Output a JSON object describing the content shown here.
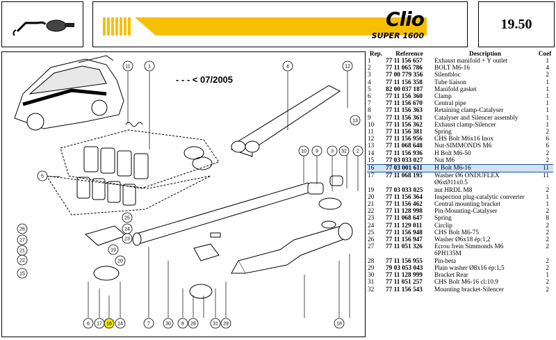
{
  "header": {
    "brand_name": "Clio",
    "brand_sub": "SUPER 1600",
    "page_number": "19.50"
  },
  "diagram": {
    "date_note": "- - - < 07/2005",
    "callouts": [
      {
        "n": "11"
      },
      {
        "n": "1"
      },
      {
        "n": "4"
      },
      {
        "n": "12"
      },
      {
        "n": "13"
      },
      {
        "n": "5"
      },
      {
        "n": "10"
      },
      {
        "n": "9"
      },
      {
        "n": "3"
      },
      {
        "n": "32"
      },
      {
        "n": "2"
      },
      {
        "n": "25"
      },
      {
        "n": "26"
      },
      {
        "n": "27"
      },
      {
        "n": "21"
      },
      {
        "n": "22"
      },
      {
        "n": "24"
      },
      {
        "n": "23"
      },
      {
        "n": "19"
      },
      {
        "n": "15"
      },
      {
        "n": "20"
      },
      {
        "n": "6"
      },
      {
        "n": "17"
      },
      {
        "n": "16"
      },
      {
        "n": "14"
      },
      {
        "n": "7"
      },
      {
        "n": "30"
      },
      {
        "n": "8"
      },
      {
        "n": "28"
      },
      {
        "n": "29"
      },
      {
        "n": "31"
      },
      {
        "n": "18"
      }
    ]
  },
  "table": {
    "headers": [
      "Rep.",
      "Reference",
      "Description",
      "Coef"
    ],
    "highlight_rep": "16",
    "rows": [
      [
        "1",
        "77 11 156 657",
        "Exhaust manifold + Y outlet",
        "1"
      ],
      [
        "2",
        "77 11 065 786",
        "BOLT M6-16",
        "4"
      ],
      [
        "3",
        "77 00 779 356",
        "Silentbloc",
        "2"
      ],
      [
        "4",
        "77 11 156 358",
        "Tube liaison",
        "1"
      ],
      [
        "5",
        "82 00 037 187",
        "Manifold gasket",
        "1"
      ],
      [
        "6",
        "77 11 156 360",
        "Clamp",
        "1"
      ],
      [
        "7",
        "77 11 156 670",
        "Central pipe",
        "1"
      ],
      [
        "8",
        "77 11 156 363",
        "Retaining clamp-Catalyser",
        "1"
      ],
      [
        "9",
        "77 11 156 361",
        "Catalyser and Silencer assembly",
        "1"
      ],
      [
        "10",
        "77 11 156 362",
        "Exhaust clamp-Silencer",
        "1"
      ],
      [
        "11",
        "77 11 156 381",
        "Spring",
        "2"
      ],
      [
        "12",
        "77 11 156 956",
        "CHS Bolt M6x16 Inox",
        "6"
      ],
      [
        "13",
        "77 11 068 648",
        "Nut-SIMMONDS M6",
        "6"
      ],
      [
        "14",
        "77 11 156 936",
        "H Bolt M6-50",
        "2"
      ],
      [
        "15",
        "77 03 033 027",
        "Nut M6",
        "2"
      ],
      [
        "16",
        "77 03 001 611",
        "H Bolt M6-16",
        "11"
      ],
      [
        "17",
        "77 11 068 195",
        "Washer Ø6 ONDUFLEX",
        "11"
      ],
      [
        "",
        "",
        "Ø6xØ11x0.5",
        ""
      ],
      [
        "19",
        "77 03 033 025",
        "nut HRDL M8",
        "2"
      ],
      [
        "20",
        "77 11 156 364",
        "Inspection plug-catalytic converter",
        "1"
      ],
      [
        "21",
        "77 11 156 462",
        "Central mounting bracket",
        "1"
      ],
      [
        "22",
        "77 11 128 998",
        "Pin-Mounting-Catalyser",
        "2"
      ],
      [
        "23",
        "77 11 068 647",
        "Spring",
        "8"
      ],
      [
        "24",
        "77 11 129 011",
        "Circlip",
        "2"
      ],
      [
        "25",
        "77 11 156 948",
        "CHS Bolt M6-75",
        "2"
      ],
      [
        "26",
        "77 11 156 947",
        "Washer Ø6x18 ép:1,2",
        "2"
      ],
      [
        "27",
        "77 11 051 326",
        "Ecrou frein Simmonds M6",
        "2"
      ],
      [
        "",
        "",
        "6PH135M",
        ""
      ],
      [
        "28",
        "77 11 156 955",
        "Pin-beta",
        "2"
      ],
      [
        "29",
        "79 03 053 043",
        "Plain washer Ø8x16 ép:1,5",
        "2"
      ],
      [
        "30",
        "77 11 128 999",
        "Bracket Rear",
        "1"
      ],
      [
        "31",
        "77 11 051 257",
        "CHS Bolt M6-16 cl:10.9",
        "2"
      ],
      [
        "32",
        "77 11 156 543",
        "Mounting bracket-Silencer",
        "2"
      ]
    ]
  },
  "colors": {
    "accent_yellow": "#f6c000",
    "highlight_row": "#cfe3f7",
    "highlight_callout": "#f3e600"
  }
}
